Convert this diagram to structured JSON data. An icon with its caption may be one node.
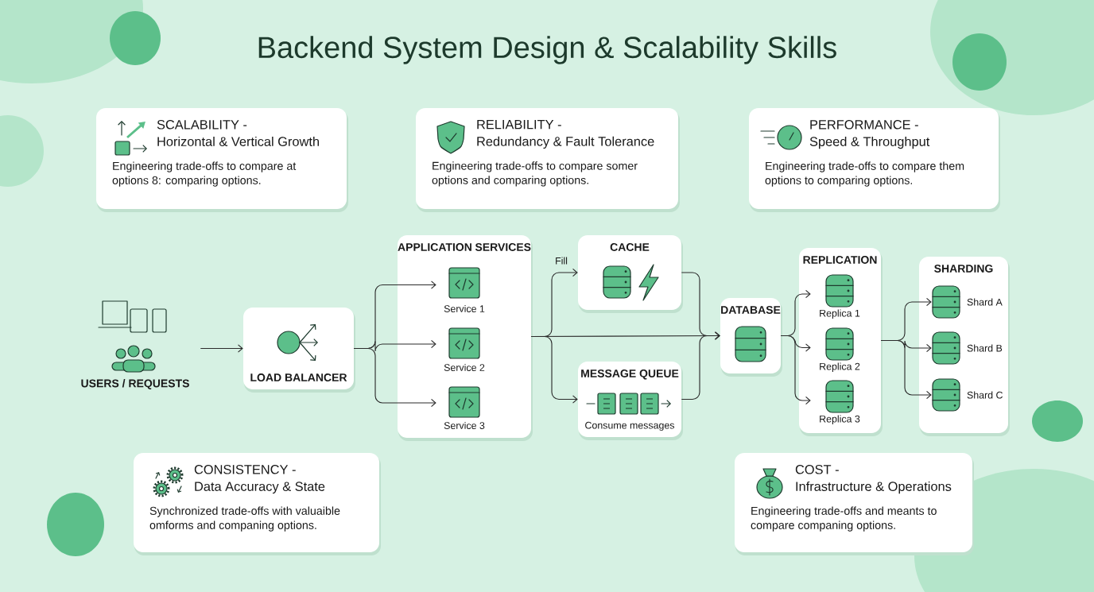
{
  "diagram": {
    "title": "Backend System Design & Scalability Skills",
    "nodes": [
      {
        "text": [
          "SCALABILITY -",
          "Horizontal & Vertical Growth",
          "Engineering trade-offs to compare at options 8: comparing options."
        ]
      },
      {
        "text": [
          "RELIABILITY -",
          "Redundancy & Fault Tolerance",
          "Engineering trade-offs to compare somer options and comparing options."
        ]
      },
      {
        "text": [
          "PERFORMANCE -",
          "Speed & Throughput",
          "Engineering trade-offs to compare them options to comparing options."
        ]
      },
      {
        "text": [
          "USERS / REQUESTS"
        ]
      },
      {
        "text": [
          "LOAD BALANCER"
        ]
      },
      {
        "text": [
          "APPLICATION SERVICES"
        ]
      },
      {
        "text": [
          "Service 1"
        ],
        "in": 5
      },
      {
        "text": [
          "Service 2"
        ],
        "in": 5
      },
      {
        "text": [
          "Service 3"
        ],
        "in": 5
      },
      {
        "text": [
          "CACHE"
        ]
      },
      {
        "text": [
          "MESSAGE QUEUE",
          "Consume messages"
        ]
      },
      {
        "text": [
          "DATABASE"
        ]
      },
      {
        "text": [
          "REPLICATION"
        ]
      },
      {
        "text": [
          "Replica 1"
        ],
        "in": 12
      },
      {
        "text": [
          "Replica 2"
        ],
        "in": 12
      },
      {
        "text": [
          "Replica 3"
        ],
        "in": 12
      },
      {
        "text": [
          "SHARDING"
        ]
      },
      {
        "text": [
          "Shard A"
        ],
        "in": 16
      },
      {
        "text": [
          "Shard B"
        ],
        "in": 16
      },
      {
        "text": [
          "Shard C"
        ],
        "in": 16
      },
      {
        "text": [
          "CONSISTENCY -",
          "Data Accuracy & State",
          "Synchronized trade-offs with valuaible omforms and companing options."
        ]
      },
      {
        "text": [
          "COST -",
          "Infrastructure & Operations",
          "Engineering trade-offs and meants to compare companing options."
        ]
      }
    ],
    "edges": [
      {
        "from": 3,
        "to": 4,
        "arrow": "to"
      },
      {
        "from": 4,
        "to": 6,
        "arrow": "to"
      },
      {
        "from": 4,
        "to": 7,
        "arrow": "to"
      },
      {
        "from": 4,
        "to": 8,
        "arrow": "to"
      },
      {
        "from": 5,
        "to": 9,
        "arrow": "to",
        "label": "Fill"
      },
      {
        "from": 5,
        "to": 11,
        "arrow": "to"
      },
      {
        "from": 5,
        "to": 10,
        "arrow": "to"
      },
      {
        "from": 9,
        "to": 11,
        "arrow": "to"
      },
      {
        "from": 10,
        "to": 11,
        "arrow": "to"
      },
      {
        "from": 11,
        "to": 13,
        "arrow": "to"
      },
      {
        "from": 11,
        "to": 14,
        "arrow": "to"
      },
      {
        "from": 11,
        "to": 15,
        "arrow": "to"
      },
      {
        "from": 12,
        "to": 17,
        "arrow": "to"
      },
      {
        "from": 12,
        "to": 18,
        "arrow": "to"
      },
      {
        "from": 12,
        "to": 19,
        "arrow": "to"
      }
    ]
  }
}
